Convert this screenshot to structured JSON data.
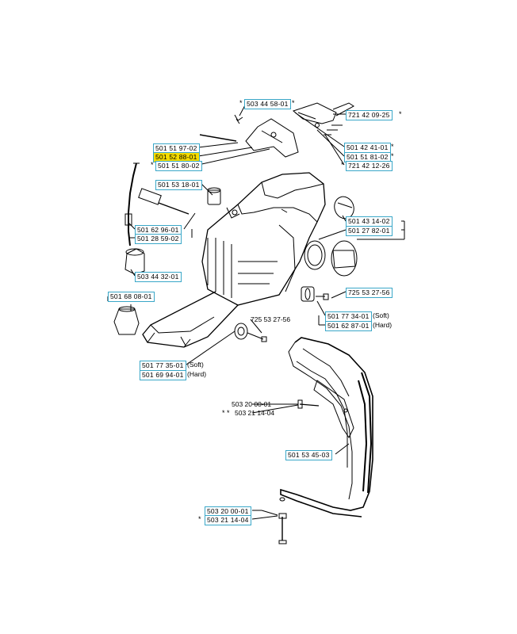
{
  "colors": {
    "label_border": "#3aa7c8",
    "highlight": "#f5dc00",
    "ink": "#000000"
  },
  "parts": {
    "p1": "503 44 58-01",
    "p2": "721 42 09-25",
    "p3": "501 51 97-02",
    "p4": "501 52 88-01",
    "p5": "501 51 80-02",
    "p6": "501 42 41-01",
    "p7": "501 51 81-02",
    "p8": "721 42 12-26",
    "p9": "501 53 18-01",
    "p10": "501 43 14-02",
    "p11": "501 27 82-01",
    "p12": "501 62 96-01",
    "p13": "501 28 59-02",
    "p14": "503 44 32-01",
    "p15": "725 53 27-56",
    "p16": "501 68 08-01",
    "p17": "501 77 34-01",
    "p18": "501 62 87-01",
    "p19": "725 53 27-56",
    "p20": "501 77 35-01",
    "p21": "501 69 94-01",
    "p22": "503 20 00-01",
    "p23": "503 21 14-04",
    "p24": "501 53 45-03",
    "p25": "503 20 00-01",
    "p26": "503 21 14-04"
  },
  "notes": {
    "soft": "(Soft)",
    "hard": "(Hard)",
    "star": "*",
    "double_star": "* *"
  }
}
